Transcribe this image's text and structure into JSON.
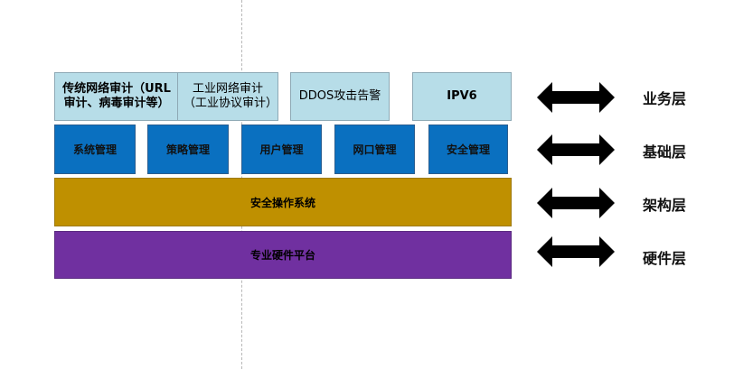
{
  "diagram": {
    "business_row": [
      {
        "label": "传统网络审计（URL审计、病毒审计等）"
      },
      {
        "label": "工业网络审计（工业协议审计）"
      },
      {
        "label": "DDOS攻击告警"
      },
      {
        "label": "IPV6"
      }
    ],
    "base_row": [
      {
        "label": "系统管理"
      },
      {
        "label": "策略管理"
      },
      {
        "label": "用户管理"
      },
      {
        "label": "网口管理"
      },
      {
        "label": "安全管理"
      }
    ],
    "architecture_bar": {
      "label": "安全操作系统"
    },
    "hardware_bar": {
      "label": "专业硬件平台"
    },
    "layers": [
      {
        "label": "业务层",
        "icon": "double-arrow-icon"
      },
      {
        "label": "基础层",
        "icon": "double-arrow-icon"
      },
      {
        "label": "架构层",
        "icon": "double-arrow-icon"
      },
      {
        "label": "硬件层",
        "icon": "double-arrow-icon"
      }
    ],
    "colors": {
      "business": "#b7dde8",
      "base": "#0a70c0",
      "architecture": "#bf9000",
      "hardware": "#7030a0"
    }
  }
}
